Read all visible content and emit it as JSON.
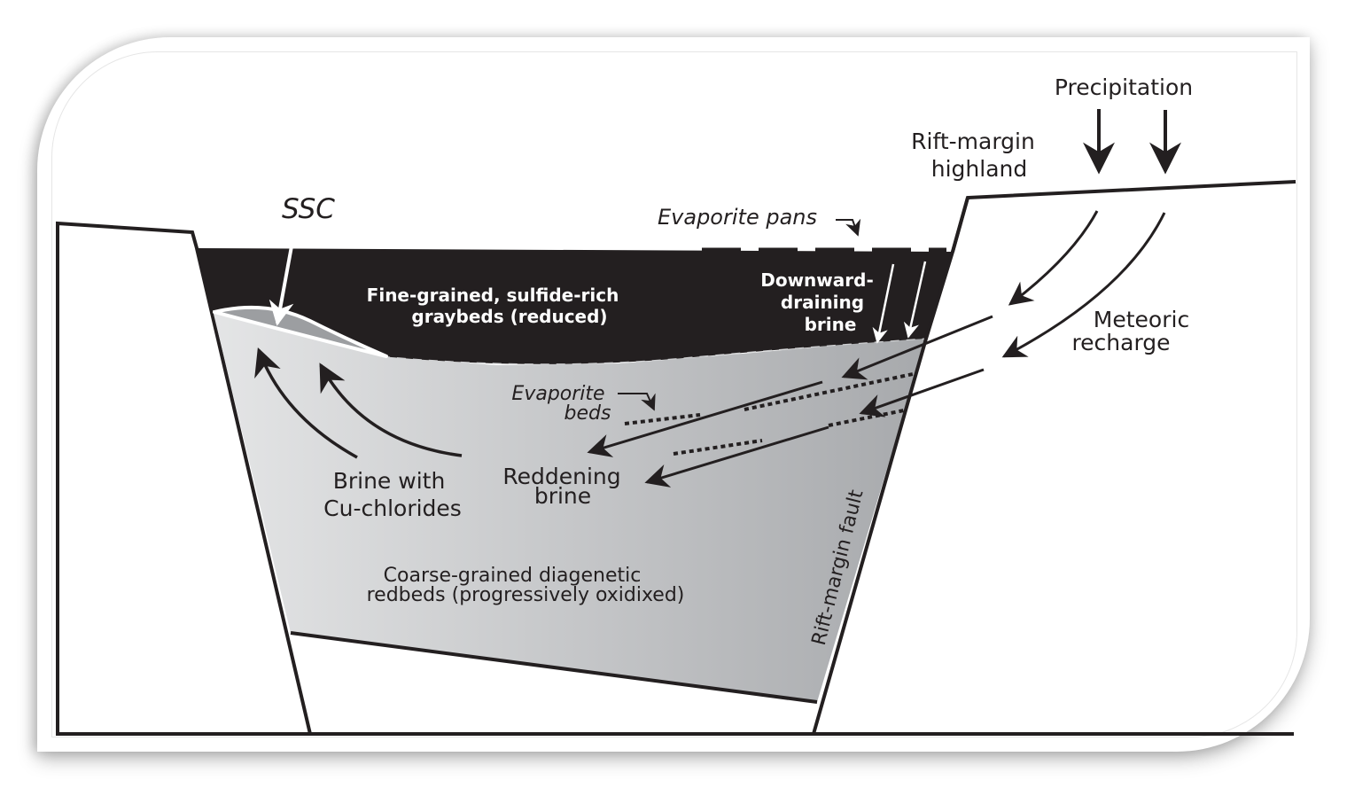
{
  "title": "Sediment-hosted stratiform copper (SSC) rift-basin model",
  "colors": {
    "graybeds_fill": "#231f20",
    "redbeds_light": "#e4e5e6",
    "redbeds_dark": "#a7a9ac",
    "ssc_lens": "#9c9ea1",
    "ink": "#231f20",
    "background": "#ffffff"
  },
  "labels": {
    "precipitation": "Precipitation",
    "highland_1": "Rift-margin",
    "highland_2": "highland",
    "ssc": "SSC",
    "evaporite_pans": "Evaporite pans",
    "graybeds_1": "Fine-grained, sulfide-rich",
    "graybeds_2": "graybeds  (reduced)",
    "downward_1": "Downward-",
    "downward_2": "draining",
    "downward_3": "brine",
    "meteoric_1": "Meteoric",
    "meteoric_2": "recharge",
    "evaporite_beds_1": "Evaporite",
    "evaporite_beds_2": "beds",
    "reddening_1": "Reddening",
    "reddening_2": "brine",
    "cu_brine_1": "Brine with",
    "cu_brine_2": "Cu-chlorides",
    "redbeds_1": "Coarse-grained diagenetic",
    "redbeds_2": "redbeds  (progressively oxidixed)",
    "fault": "Rift-margin fault"
  }
}
